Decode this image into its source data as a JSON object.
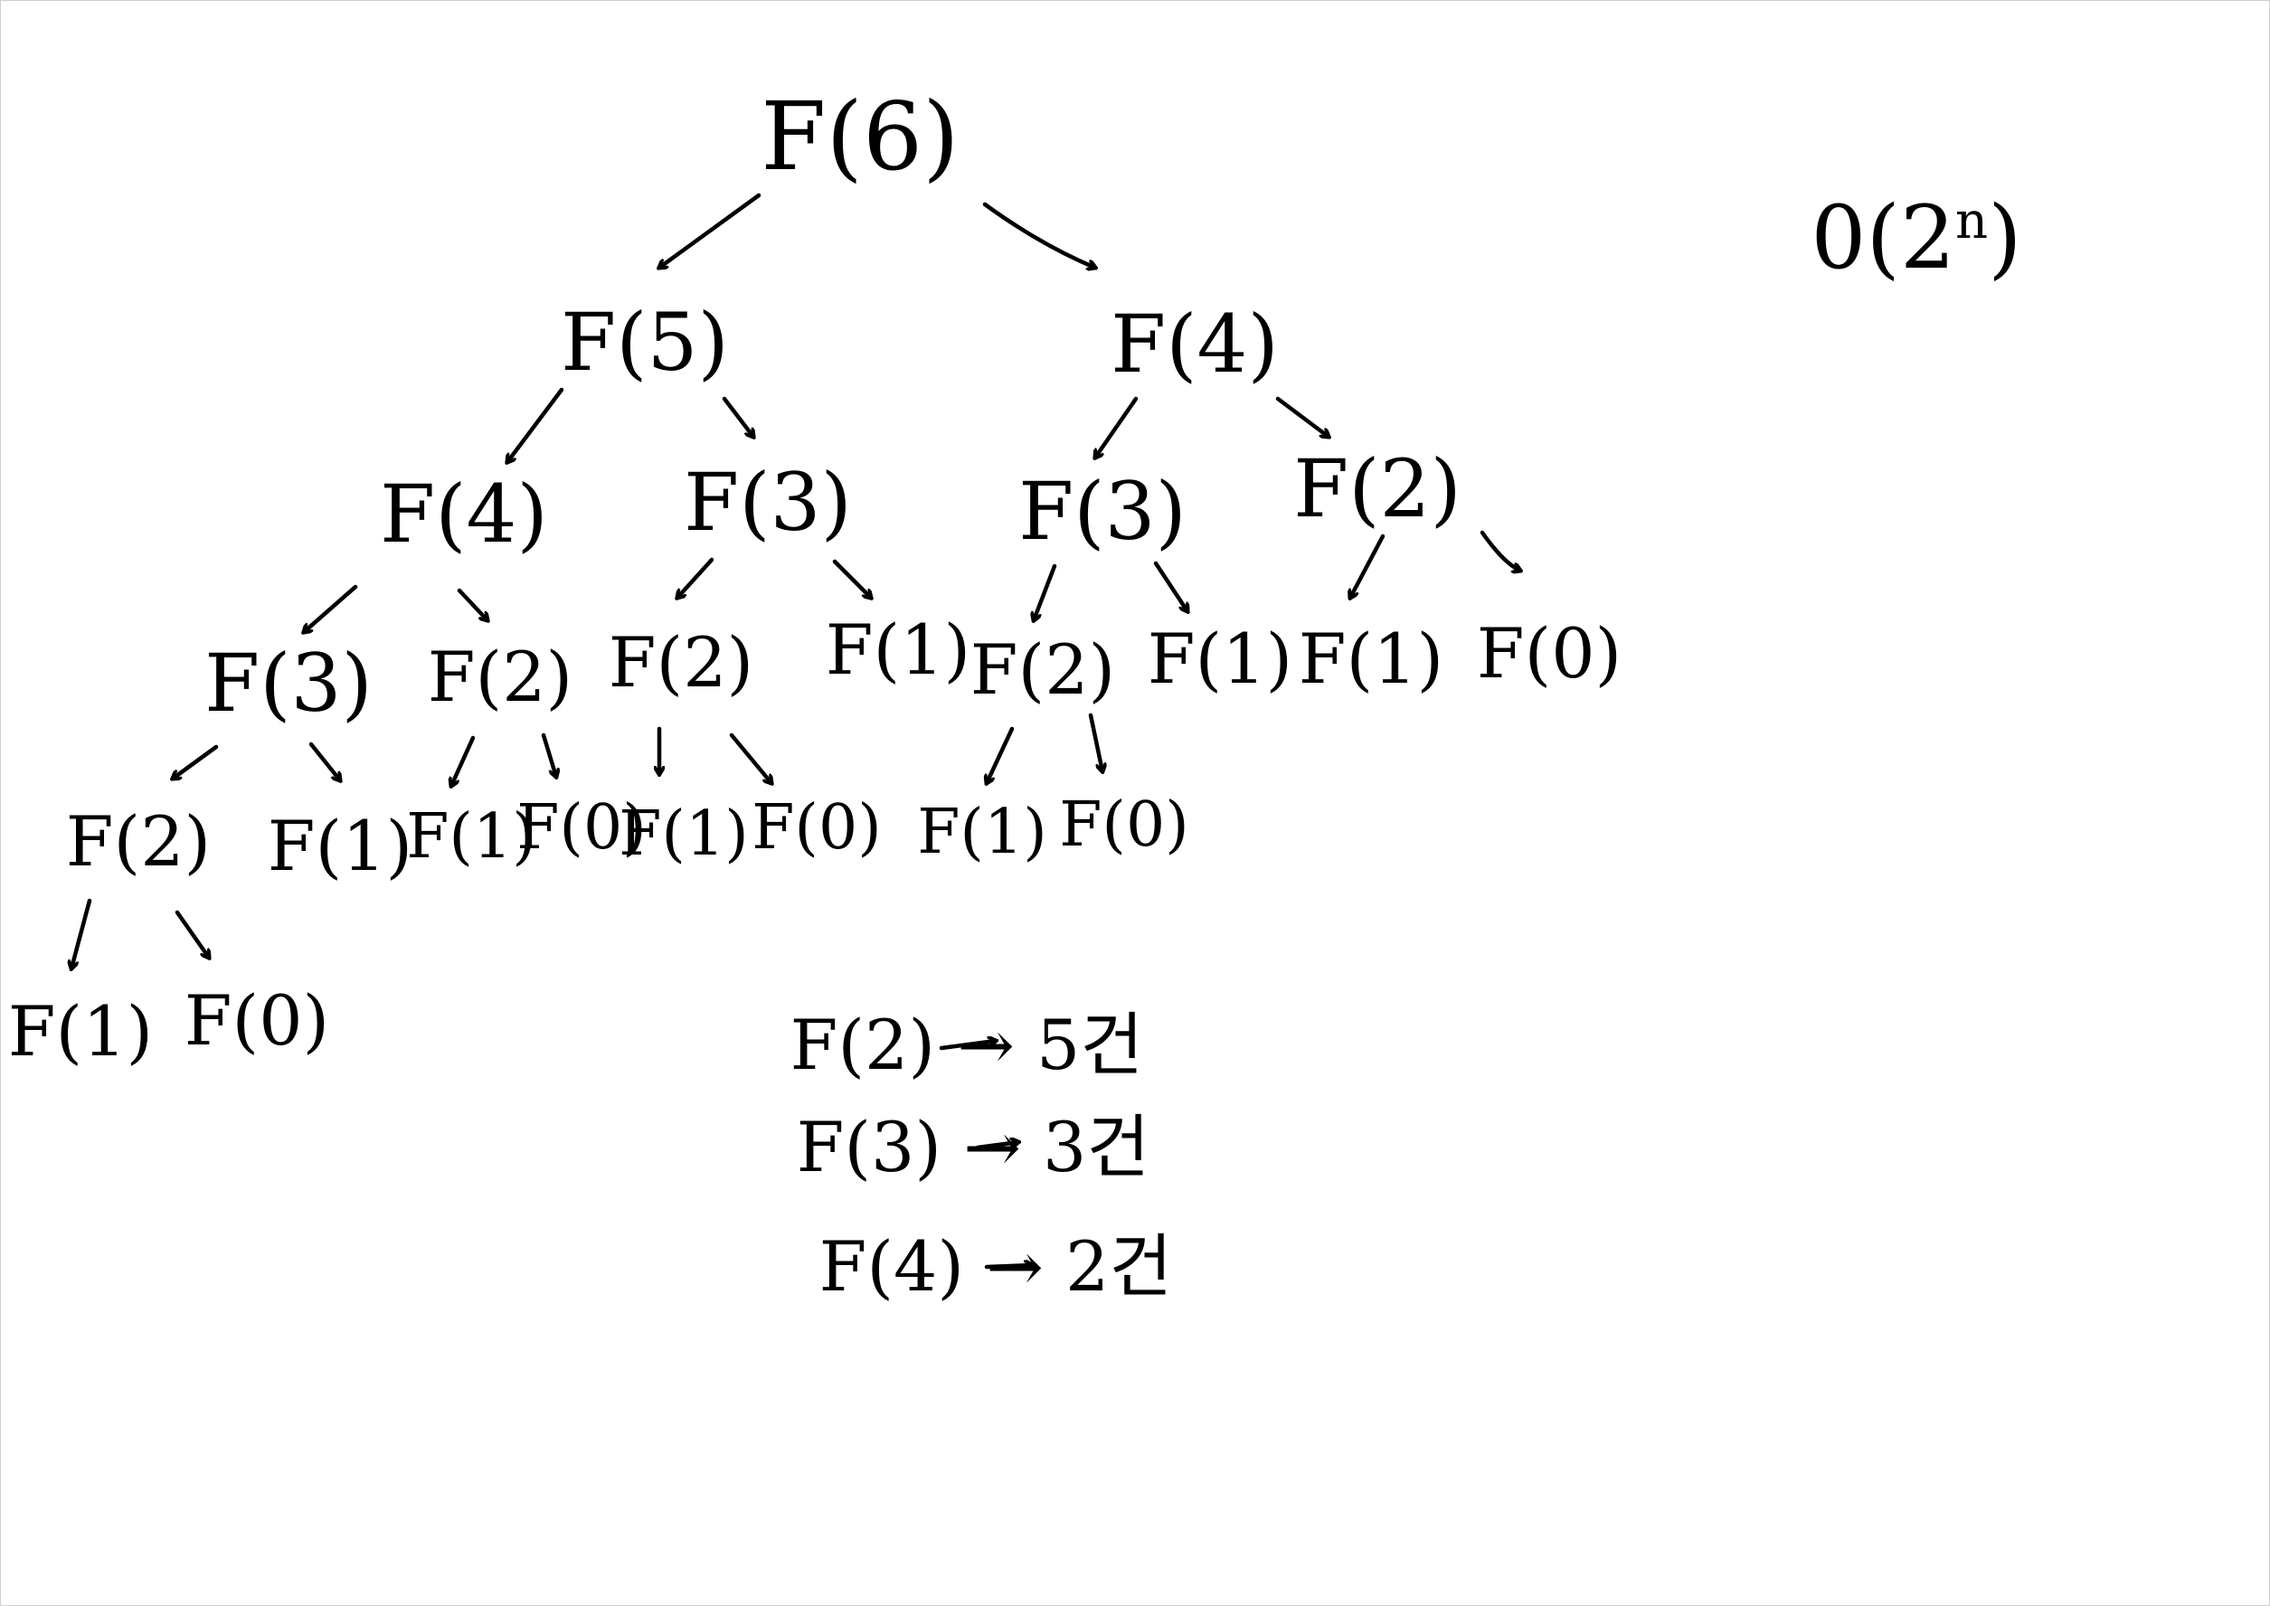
{
  "complexity": {
    "base": "0(2",
    "exp": "n",
    "close": ")"
  },
  "tree": {
    "root": "F(6)",
    "l1": [
      "F(5)",
      "F(4)"
    ],
    "l2": [
      "F(4)",
      "F(3)",
      "F(3)",
      "F(2)"
    ],
    "l3": [
      "F(3)",
      "F(2)",
      "F(2)",
      "F(1)",
      "F(2)",
      "F(1)",
      "F(1)",
      "F(0)"
    ],
    "l4": [
      "F(2)",
      "F(1)",
      "F(1)",
      "F(0)",
      "F(1)",
      "F(0)",
      "F(1)",
      "F(0)"
    ],
    "l5": [
      "F(1)",
      "F(0)"
    ]
  },
  "notes": [
    "F(2) → 5건",
    "F(3) → 3건",
    "F(4) → 2건"
  ],
  "colors": {
    "ink": "#000000",
    "background": "#ffffff"
  }
}
